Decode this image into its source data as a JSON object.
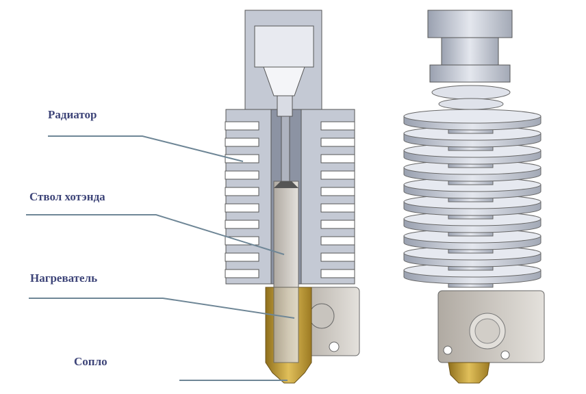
{
  "labels": {
    "radiator": "Радиатор",
    "barrel": "Ствол хотэнда",
    "heater": "Нагреватель",
    "nozzle": "Сопло"
  },
  "colors": {
    "label_text": "#3d4478",
    "leader_line": "#6e8696",
    "aluminum": "#c9ced8",
    "aluminum_dark": "#8c93a3",
    "barrel": "#d8d2c6",
    "brass": "#c9a23a",
    "heater_block": "#d6d3cf"
  }
}
